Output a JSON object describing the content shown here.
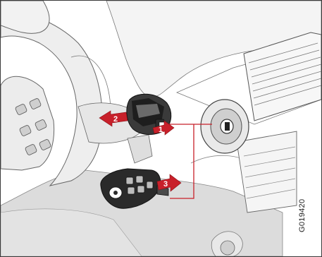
{
  "figure": {
    "reference_id": "G019420",
    "step_labels": [
      "1",
      "2",
      "3"
    ],
    "colors": {
      "background": "#ffffff",
      "line": "#555555",
      "fill_light": "#ececec",
      "fill_mid": "#cfcfcf",
      "fill_dark": "#2b2b2b",
      "accent": "#c8202a"
    },
    "icons": [
      "steering-wheel",
      "ignition-knob",
      "ignition-slot",
      "remote-key",
      "air-vent",
      "dashboard"
    ]
  }
}
